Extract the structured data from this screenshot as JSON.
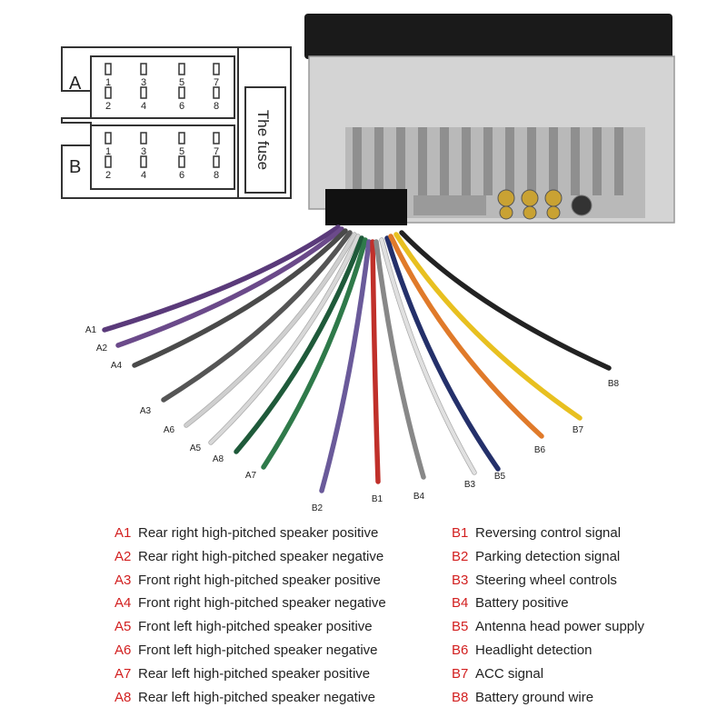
{
  "connector": {
    "group_a": "A",
    "group_b": "B",
    "fuse_label": "The fuse",
    "pin_numbers_top": [
      "1",
      "3",
      "5",
      "7"
    ],
    "pin_numbers_bottom": [
      "2",
      "4",
      "6",
      "8"
    ]
  },
  "wires": [
    {
      "code": "A1",
      "color": "#5a3a7a"
    },
    {
      "code": "A2",
      "color": "#6b4a8a"
    },
    {
      "code": "A4",
      "color": "#4a4a4a"
    },
    {
      "code": "A3",
      "color": "#555555"
    },
    {
      "code": "A6",
      "color": "#cfcfcf"
    },
    {
      "code": "A5",
      "color": "#d8d8d8"
    },
    {
      "code": "A8",
      "color": "#1f5a3a"
    },
    {
      "code": "A7",
      "color": "#2f7a4a"
    },
    {
      "code": "B2",
      "color": "#6a5a9a"
    },
    {
      "code": "B1",
      "color": "#c0302a"
    },
    {
      "code": "B4",
      "color": "#888888"
    },
    {
      "code": "B3",
      "color": "#e0e0e0"
    },
    {
      "code": "B5",
      "color": "#24306a"
    },
    {
      "code": "B6",
      "color": "#e07a2a"
    },
    {
      "code": "B7",
      "color": "#e8c020"
    },
    {
      "code": "B8",
      "color": "#222222"
    }
  ],
  "legend_left": [
    {
      "code": "A1",
      "text": "Rear right high-pitched speaker positive"
    },
    {
      "code": "A2",
      "text": "Rear right high-pitched speaker negative"
    },
    {
      "code": "A3",
      "text": "Front right high-pitched speaker positive"
    },
    {
      "code": "A4",
      "text": "Front right high-pitched speaker negative"
    },
    {
      "code": "A5",
      "text": "Front left high-pitched speaker positive"
    },
    {
      "code": "A6",
      "text": "Front left high-pitched speaker negative"
    },
    {
      "code": "A7",
      "text": "Rear left high-pitched speaker positive"
    },
    {
      "code": "A8",
      "text": "Rear left high-pitched speaker negative"
    }
  ],
  "legend_right": [
    {
      "code": "B1",
      "text": "Reversing control signal"
    },
    {
      "code": "B2",
      "text": "Parking detection signal"
    },
    {
      "code": "B3",
      "text": "Steering wheel controls"
    },
    {
      "code": "B4",
      "text": "Battery positive"
    },
    {
      "code": "B5",
      "text": "Antenna head power supply"
    },
    {
      "code": "B6",
      "text": "Headlight detection"
    },
    {
      "code": "B7",
      "text": "ACC signal"
    },
    {
      "code": "B8",
      "text": "Battery ground wire"
    }
  ],
  "colors": {
    "code_label": "#d21f1f",
    "text": "#222222",
    "outline": "#333333"
  }
}
